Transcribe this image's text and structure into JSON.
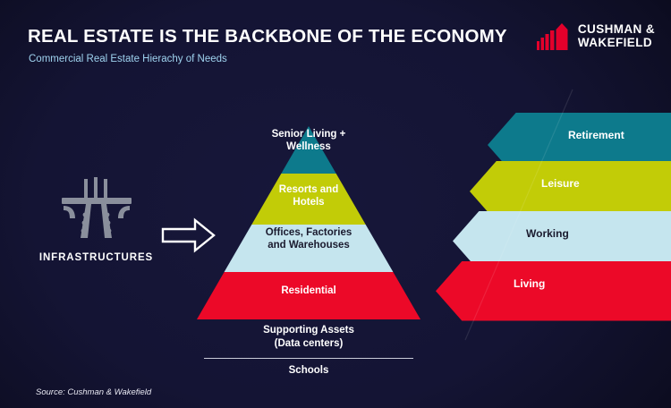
{
  "header": {
    "title": "REAL ESTATE IS THE BACKBONE OF THE ECONOMY",
    "subtitle": "Commercial Real Estate Hierachy of Needs"
  },
  "logo": {
    "name": "cushman-wakefield-logo",
    "line1": "CUSHMAN &",
    "line2": "WAKEFIELD",
    "mark_color": "#e4002b"
  },
  "infrastructure": {
    "icon": "highway-overpass-icon",
    "label": "INFRASTRUCTURES"
  },
  "connector": {
    "icon": "right-arrow-icon"
  },
  "pyramid": {
    "tiers": [
      {
        "label": "Senior Living +\nWellness",
        "color": "#0d7a8c",
        "text_color": "#ffffff"
      },
      {
        "label": "Resorts and\nHotels",
        "color": "#c2cc07",
        "text_color": "#ffffff"
      },
      {
        "label": "Offices, Factories\nand Warehouses",
        "color": "#c5e5ee",
        "text_color": "#1a1a2e"
      },
      {
        "label": "Residential",
        "color": "#ec0928",
        "text_color": "#ffffff"
      }
    ]
  },
  "supporting": {
    "line1": "Supporting Assets",
    "line2": "(Data centers)",
    "line3": "Schools"
  },
  "banners": [
    {
      "label": "Retirement",
      "color": "#0d7a8c",
      "text_color": "#ffffff"
    },
    {
      "label": "Leisure",
      "color": "#c2cc07",
      "text_color": "#ffffff"
    },
    {
      "label": "Working",
      "color": "#c5e5ee",
      "text_color": "#1a1a2e"
    },
    {
      "label": "Living",
      "color": "#ec0928",
      "text_color": "#ffffff"
    }
  ],
  "footer": {
    "source": "Source: Cushman & Wakefield"
  },
  "chart_data": {
    "type": "pyramid",
    "title": "REAL ESTATE IS THE BACKBONE OF THE ECONOMY",
    "subtitle": "Commercial Real Estate Hierachy of Needs",
    "categories": [
      "Senior Living + Wellness",
      "Resorts and Hotels",
      "Offices, Factories and Warehouses",
      "Residential"
    ],
    "mapped_needs": [
      "Retirement",
      "Leisure",
      "Working",
      "Living"
    ],
    "colors": [
      "#0d7a8c",
      "#c2cc07",
      "#c5e5ee",
      "#ec0928"
    ],
    "base_layers": [
      "Supporting Assets (Data centers)",
      "Schools"
    ],
    "input": "INFRASTRUCTURES",
    "source": "Source: Cushman & Wakefield"
  }
}
